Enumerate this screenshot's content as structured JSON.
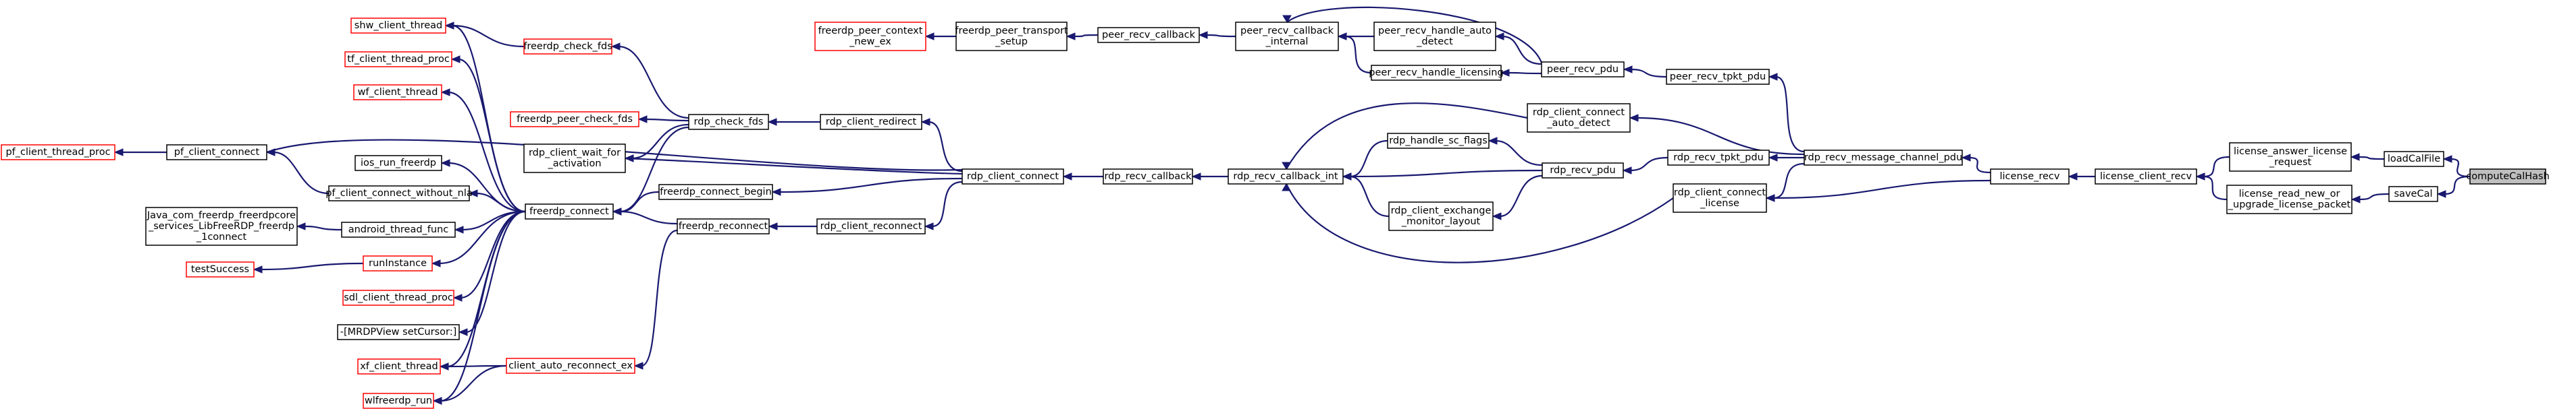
{
  "graph": {
    "colors": {
      "edge": "#191970",
      "node_border": "#000000",
      "node_border_truncated": "#ff0000",
      "node_fill": "#ffffff",
      "focus_fill": "#bfbfbf"
    },
    "nodes": [
      {
        "id": "computeCalHash",
        "lines": [
          "computeCalHash"
        ],
        "truncated": false,
        "focus": true
      },
      {
        "id": "loadCalFile",
        "lines": [
          "loadCalFile"
        ],
        "truncated": false
      },
      {
        "id": "saveCal",
        "lines": [
          "saveCal"
        ],
        "truncated": false
      },
      {
        "id": "license_answer_license_request",
        "lines": [
          "license_answer_license",
          "_request"
        ],
        "truncated": false
      },
      {
        "id": "license_read_new_or_upgrade_license_packet",
        "lines": [
          "license_read_new_or",
          "_upgrade_license_packet"
        ],
        "truncated": false
      },
      {
        "id": "license_client_recv",
        "lines": [
          "license_client_recv"
        ],
        "truncated": false
      },
      {
        "id": "license_recv",
        "lines": [
          "license_recv"
        ],
        "truncated": false
      },
      {
        "id": "rdp_recv_message_channel_pdu",
        "lines": [
          "rdp_recv_message_channel_pdu"
        ],
        "truncated": false
      },
      {
        "id": "peer_recv_tpkt_pdu",
        "lines": [
          "peer_recv_tpkt_pdu"
        ],
        "truncated": false
      },
      {
        "id": "rdp_client_connect_auto_detect",
        "lines": [
          "rdp_client_connect",
          "_auto_detect"
        ],
        "truncated": false
      },
      {
        "id": "rdp_recv_tpkt_pdu",
        "lines": [
          "rdp_recv_tpkt_pdu"
        ],
        "truncated": false
      },
      {
        "id": "rdp_client_connect_license",
        "lines": [
          "rdp_client_connect",
          "_license"
        ],
        "truncated": false
      },
      {
        "id": "peer_recv_pdu",
        "lines": [
          "peer_recv_pdu"
        ],
        "truncated": false
      },
      {
        "id": "rdp_recv_pdu",
        "lines": [
          "rdp_recv_pdu"
        ],
        "truncated": false
      },
      {
        "id": "peer_recv_handle_auto_detect",
        "lines": [
          "peer_recv_handle_auto",
          "_detect"
        ],
        "truncated": false
      },
      {
        "id": "peer_recv_handle_licensing",
        "lines": [
          "peer_recv_handle_licensing"
        ],
        "truncated": false
      },
      {
        "id": "rdp_handle_sc_flags",
        "lines": [
          "rdp_handle_sc_flags"
        ],
        "truncated": false
      },
      {
        "id": "rdp_client_exchange_monitor_layout",
        "lines": [
          "rdp_client_exchange",
          "_monitor_layout"
        ],
        "truncated": false
      },
      {
        "id": "peer_recv_callback_internal",
        "lines": [
          "peer_recv_callback",
          "_internal"
        ],
        "truncated": false
      },
      {
        "id": "rdp_recv_callback_int",
        "lines": [
          "rdp_recv_callback_int"
        ],
        "truncated": false
      },
      {
        "id": "peer_recv_callback",
        "lines": [
          "peer_recv_callback"
        ],
        "truncated": false
      },
      {
        "id": "rdp_recv_callback",
        "lines": [
          "rdp_recv_callback"
        ],
        "truncated": false
      },
      {
        "id": "freerdp_peer_transport_setup",
        "lines": [
          "freerdp_peer_transport",
          "_setup"
        ],
        "truncated": false
      },
      {
        "id": "rdp_client_connect",
        "lines": [
          "rdp_client_connect"
        ],
        "truncated": false
      },
      {
        "id": "freerdp_peer_context_new_ex",
        "lines": [
          "freerdp_peer_context",
          "_new_ex"
        ],
        "truncated": true
      },
      {
        "id": "rdp_client_redirect",
        "lines": [
          "rdp_client_redirect"
        ],
        "truncated": false
      },
      {
        "id": "rdp_client_reconnect",
        "lines": [
          "rdp_client_reconnect"
        ],
        "truncated": false
      },
      {
        "id": "rdp_check_fds",
        "lines": [
          "rdp_check_fds"
        ],
        "truncated": false
      },
      {
        "id": "rdp_client_wait_for_activation",
        "lines": [
          "rdp_client_wait_for",
          "_activation"
        ],
        "truncated": false
      },
      {
        "id": "freerdp_connect_begin",
        "lines": [
          "freerdp_connect_begin"
        ],
        "truncated": false
      },
      {
        "id": "freerdp_reconnect",
        "lines": [
          "freerdp_reconnect"
        ],
        "truncated": false
      },
      {
        "id": "freerdp_check_fds",
        "lines": [
          "freerdp_check_fds"
        ],
        "truncated": true
      },
      {
        "id": "freerdp_peer_check_fds",
        "lines": [
          "freerdp_peer_check_fds"
        ],
        "truncated": true
      },
      {
        "id": "freerdp_connect",
        "lines": [
          "freerdp_connect"
        ],
        "truncated": false
      },
      {
        "id": "client_auto_reconnect_ex",
        "lines": [
          "client_auto_reconnect_ex"
        ],
        "truncated": true
      },
      {
        "id": "shw_client_thread",
        "lines": [
          "shw_client_thread"
        ],
        "truncated": true
      },
      {
        "id": "tf_client_thread_proc",
        "lines": [
          "tf_client_thread_proc"
        ],
        "truncated": true
      },
      {
        "id": "wf_client_thread",
        "lines": [
          "wf_client_thread"
        ],
        "truncated": true
      },
      {
        "id": "ios_run_freerdp",
        "lines": [
          "ios_run_freerdp"
        ],
        "truncated": false
      },
      {
        "id": "pf_client_connect",
        "lines": [
          "pf_client_connect"
        ],
        "truncated": false
      },
      {
        "id": "pf_client_connect_without_nla",
        "lines": [
          "pf_client_connect_without_nla"
        ],
        "truncated": false
      },
      {
        "id": "Java_com_freerdp_freerdpcore_services_LibFreeRDP_freerdp_1connect",
        "lines": [
          "Java_com_freerdp_freerdpcore",
          "_services_LibFreeRDP_freerdp",
          "_1connect"
        ],
        "truncated": false
      },
      {
        "id": "android_thread_func",
        "lines": [
          "android_thread_func"
        ],
        "truncated": false
      },
      {
        "id": "runInstance",
        "lines": [
          "runInstance"
        ],
        "truncated": true
      },
      {
        "id": "sdl_client_thread_proc",
        "lines": [
          "sdl_client_thread_proc"
        ],
        "truncated": true
      },
      {
        "id": "MRDPView_setCursor",
        "lines": [
          "-[MRDPView setCursor:]"
        ],
        "truncated": false
      },
      {
        "id": "xf_client_thread",
        "lines": [
          "xf_client_thread"
        ],
        "truncated": true
      },
      {
        "id": "wlfreerdp_run",
        "lines": [
          "wlfreerdp_run"
        ],
        "truncated": true
      },
      {
        "id": "pf_client_thread_proc",
        "lines": [
          "pf_client_thread_proc"
        ],
        "truncated": true
      },
      {
        "id": "testSuccess",
        "lines": [
          "testSuccess"
        ],
        "truncated": true
      }
    ],
    "edges": [
      {
        "from": "computeCalHash",
        "to": "loadCalFile"
      },
      {
        "from": "computeCalHash",
        "to": "saveCal"
      },
      {
        "from": "loadCalFile",
        "to": "license_answer_license_request"
      },
      {
        "from": "saveCal",
        "to": "license_read_new_or_upgrade_license_packet"
      },
      {
        "from": "license_answer_license_request",
        "to": "license_client_recv"
      },
      {
        "from": "license_read_new_or_upgrade_license_packet",
        "to": "license_client_recv"
      },
      {
        "from": "license_client_recv",
        "to": "license_recv"
      },
      {
        "from": "license_recv",
        "to": "rdp_recv_message_channel_pdu"
      },
      {
        "from": "license_recv",
        "to": "rdp_client_connect_license"
      },
      {
        "from": "rdp_recv_message_channel_pdu",
        "to": "peer_recv_tpkt_pdu"
      },
      {
        "from": "rdp_recv_message_channel_pdu",
        "to": "rdp_client_connect_auto_detect"
      },
      {
        "from": "rdp_recv_message_channel_pdu",
        "to": "rdp_recv_tpkt_pdu"
      },
      {
        "from": "rdp_recv_message_channel_pdu",
        "to": "rdp_client_connect_license"
      },
      {
        "from": "peer_recv_tpkt_pdu",
        "to": "peer_recv_pdu"
      },
      {
        "from": "rdp_client_connect_auto_detect",
        "to": "rdp_recv_callback_int"
      },
      {
        "from": "rdp_recv_tpkt_pdu",
        "to": "rdp_recv_pdu"
      },
      {
        "from": "rdp_client_connect_license",
        "to": "rdp_recv_callback_int"
      },
      {
        "from": "peer_recv_pdu",
        "to": "peer_recv_handle_auto_detect"
      },
      {
        "from": "peer_recv_pdu",
        "to": "peer_recv_handle_licensing"
      },
      {
        "from": "peer_recv_pdu",
        "to": "peer_recv_callback_internal"
      },
      {
        "from": "rdp_recv_pdu",
        "to": "rdp_handle_sc_flags"
      },
      {
        "from": "rdp_recv_pdu",
        "to": "rdp_client_exchange_monitor_layout"
      },
      {
        "from": "rdp_recv_pdu",
        "to": "rdp_recv_callback_int"
      },
      {
        "from": "peer_recv_handle_auto_detect",
        "to": "peer_recv_callback_internal"
      },
      {
        "from": "peer_recv_handle_licensing",
        "to": "peer_recv_callback_internal"
      },
      {
        "from": "rdp_handle_sc_flags",
        "to": "rdp_recv_callback_int"
      },
      {
        "from": "rdp_client_exchange_monitor_layout",
        "to": "rdp_recv_callback_int"
      },
      {
        "from": "peer_recv_callback_internal",
        "to": "peer_recv_callback"
      },
      {
        "from": "rdp_recv_callback_int",
        "to": "rdp_recv_callback"
      },
      {
        "from": "peer_recv_callback",
        "to": "freerdp_peer_transport_setup"
      },
      {
        "from": "freerdp_peer_transport_setup",
        "to": "freerdp_peer_context_new_ex"
      },
      {
        "from": "rdp_recv_callback",
        "to": "rdp_client_connect"
      },
      {
        "from": "rdp_client_connect",
        "to": "rdp_client_redirect"
      },
      {
        "from": "rdp_client_connect",
        "to": "rdp_client_reconnect"
      },
      {
        "from": "rdp_client_connect",
        "to": "rdp_client_wait_for_activation"
      },
      {
        "from": "rdp_client_connect",
        "to": "freerdp_connect_begin"
      },
      {
        "from": "rdp_client_connect",
        "to": "pf_client_connect"
      },
      {
        "from": "rdp_client_redirect",
        "to": "rdp_check_fds"
      },
      {
        "from": "rdp_client_reconnect",
        "to": "freerdp_reconnect"
      },
      {
        "from": "rdp_check_fds",
        "to": "freerdp_check_fds"
      },
      {
        "from": "rdp_check_fds",
        "to": "freerdp_peer_check_fds"
      },
      {
        "from": "rdp_check_fds",
        "to": "rdp_client_wait_for_activation"
      },
      {
        "from": "rdp_check_fds",
        "to": "freerdp_connect"
      },
      {
        "from": "freerdp_connect_begin",
        "to": "freerdp_connect"
      },
      {
        "from": "freerdp_reconnect",
        "to": "freerdp_connect"
      },
      {
        "from": "freerdp_reconnect",
        "to": "client_auto_reconnect_ex"
      },
      {
        "from": "freerdp_check_fds",
        "to": "shw_client_thread"
      },
      {
        "from": "freerdp_connect",
        "to": "shw_client_thread"
      },
      {
        "from": "freerdp_connect",
        "to": "tf_client_thread_proc"
      },
      {
        "from": "freerdp_connect",
        "to": "wf_client_thread"
      },
      {
        "from": "freerdp_connect",
        "to": "ios_run_freerdp"
      },
      {
        "from": "freerdp_connect",
        "to": "pf_client_connect_without_nla"
      },
      {
        "from": "freerdp_connect",
        "to": "android_thread_func"
      },
      {
        "from": "freerdp_connect",
        "to": "runInstance"
      },
      {
        "from": "freerdp_connect",
        "to": "sdl_client_thread_proc"
      },
      {
        "from": "freerdp_connect",
        "to": "MRDPView_setCursor"
      },
      {
        "from": "freerdp_connect",
        "to": "xf_client_thread"
      },
      {
        "from": "freerdp_connect",
        "to": "wlfreerdp_run"
      },
      {
        "from": "pf_client_connect_without_nla",
        "to": "pf_client_connect"
      },
      {
        "from": "pf_client_connect",
        "to": "pf_client_thread_proc"
      },
      {
        "from": "android_thread_func",
        "to": "Java_com_freerdp_freerdpcore_services_LibFreeRDP_freerdp_1connect"
      },
      {
        "from": "runInstance",
        "to": "testSuccess"
      },
      {
        "from": "client_auto_reconnect_ex",
        "to": "xf_client_thread"
      },
      {
        "from": "client_auto_reconnect_ex",
        "to": "wlfreerdp_run"
      }
    ]
  }
}
